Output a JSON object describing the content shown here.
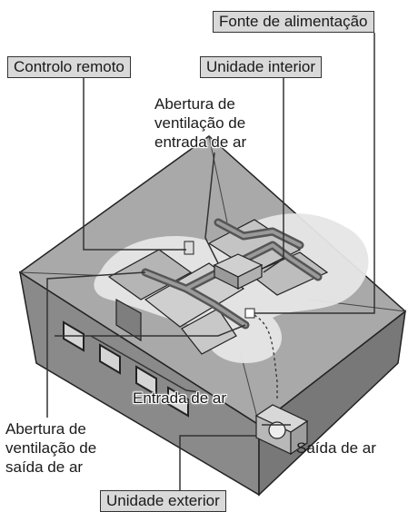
{
  "labels": {
    "power_supply": "Fonte de alimentação",
    "remote_control": "Controlo remoto",
    "indoor_unit": "Unidade interior",
    "air_intake_vent": [
      "Abertura de",
      "ventilação de",
      "entrada de ar"
    ],
    "air_intake": "Entrada de ar",
    "air_outlet_vent": [
      "Abertura de",
      "ventilação de",
      "saída de ar"
    ],
    "air_outlet": "Saída de ar",
    "outdoor_unit": "Unidade exterior"
  },
  "colors": {
    "roof": "#a8a8a8",
    "wall_left": "#8a8a8a",
    "wall_right": "#7a7a7a",
    "room_floor": "#b4b4b4",
    "airflow": "#e8e8e8",
    "label_fill": "#d9d9d9",
    "line": "#333333"
  }
}
